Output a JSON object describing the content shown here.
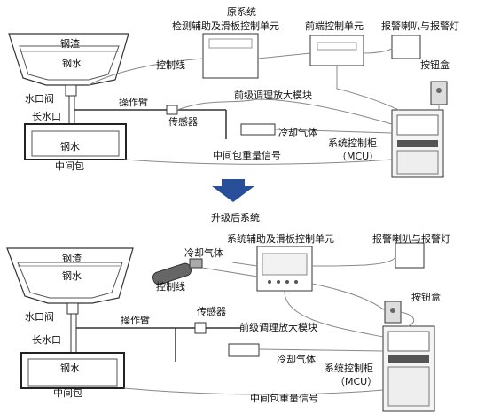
{
  "original": {
    "title": "原系统",
    "detect_unit": "检测辅助及滑板控制单元",
    "frontend_unit": "前端控制单元",
    "alarm": "报警喇叭与报警灯",
    "control_line": "控制线",
    "button_box": "按钮盒",
    "slag": "钢渣",
    "steel1": "钢水",
    "nozzle_valve": "水口阀",
    "long_nozzle": "长水口",
    "steel2": "钢水",
    "tundish": "中间包",
    "arm": "操作臂",
    "sensor": "传感器",
    "preamp": "前级调理放大模块",
    "cooling": "冷却气体",
    "cabinet": "系统控制柜",
    "mcu": "（MCU）",
    "weight_signal": "中间包重量信号"
  },
  "upgraded": {
    "title": "升级后系统",
    "cooling_top": "冷却气体",
    "sys_unit": "系统辅助及滑板控制单元",
    "alarm": "报警喇叭与报警灯",
    "slag": "钢渣",
    "steel1": "钢水",
    "control_line": "控制线",
    "button_box": "按钮盒",
    "nozzle_valve": "水口阀",
    "arm": "操作臂",
    "sensor": "传感器",
    "preamp": "前级调理放大模块",
    "long_nozzle": "长水口",
    "steel2": "钢水",
    "cooling": "冷却气体",
    "cabinet": "系统控制柜",
    "mcu": "（MCU）",
    "tundish": "中间包",
    "weight_signal": "中间包重量信号"
  },
  "colors": {
    "arrow": "#2a4f9a",
    "line": "#333333",
    "wire": "#888888"
  }
}
